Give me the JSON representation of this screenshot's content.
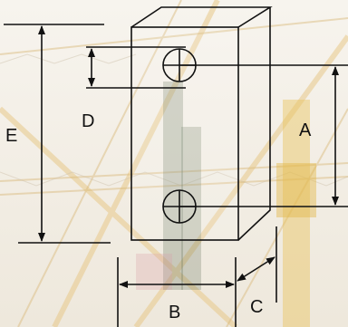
{
  "labels": {
    "a": "A",
    "b": "B",
    "c": "C",
    "d": "D",
    "e": "E"
  },
  "colors": {
    "line": "#111111",
    "block_fill": "rgba(255,255,255,0.15)",
    "background_tint": "#f3efe7"
  },
  "background": {
    "description_icon": "crane-photo-background"
  }
}
